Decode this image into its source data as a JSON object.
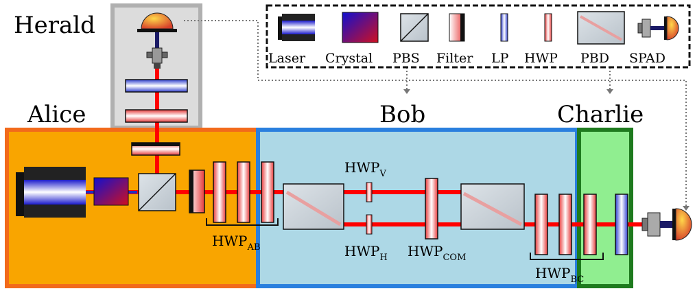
{
  "parties": {
    "herald": "Herald",
    "alice": "Alice",
    "bob": "Bob",
    "charlie": "Charlie"
  },
  "legend": {
    "laser": "Laser",
    "crystal": "Crystal",
    "pbs": "PBS",
    "filter": "Filter",
    "lp": "LP",
    "hwp": "HWP",
    "pbd": "PBD",
    "spad": "SPAD"
  },
  "labels": {
    "hwp_v_main": "HWP",
    "hwp_v_sub": "V",
    "hwp_h_main": "HWP",
    "hwp_h_sub": "H",
    "hwp_com_main": "HWP",
    "hwp_com_sub": "COM",
    "hwp_ab_main": "HWP",
    "hwp_ab_sub": "AB",
    "hwp_bc_main": "HWP",
    "hwp_bc_sub": "BC"
  },
  "colors": {
    "alice_bg": "#f9a500",
    "alice_border": "#f26a1b",
    "bob_bg": "#add8e6",
    "bob_border": "#2a7fde",
    "charlie_bg": "#90ee90",
    "charlie_border": "#1e7a1e",
    "herald_bg": "#dcdcdc",
    "herald_border": "#b0b0b0",
    "beam": "#ff0000"
  }
}
